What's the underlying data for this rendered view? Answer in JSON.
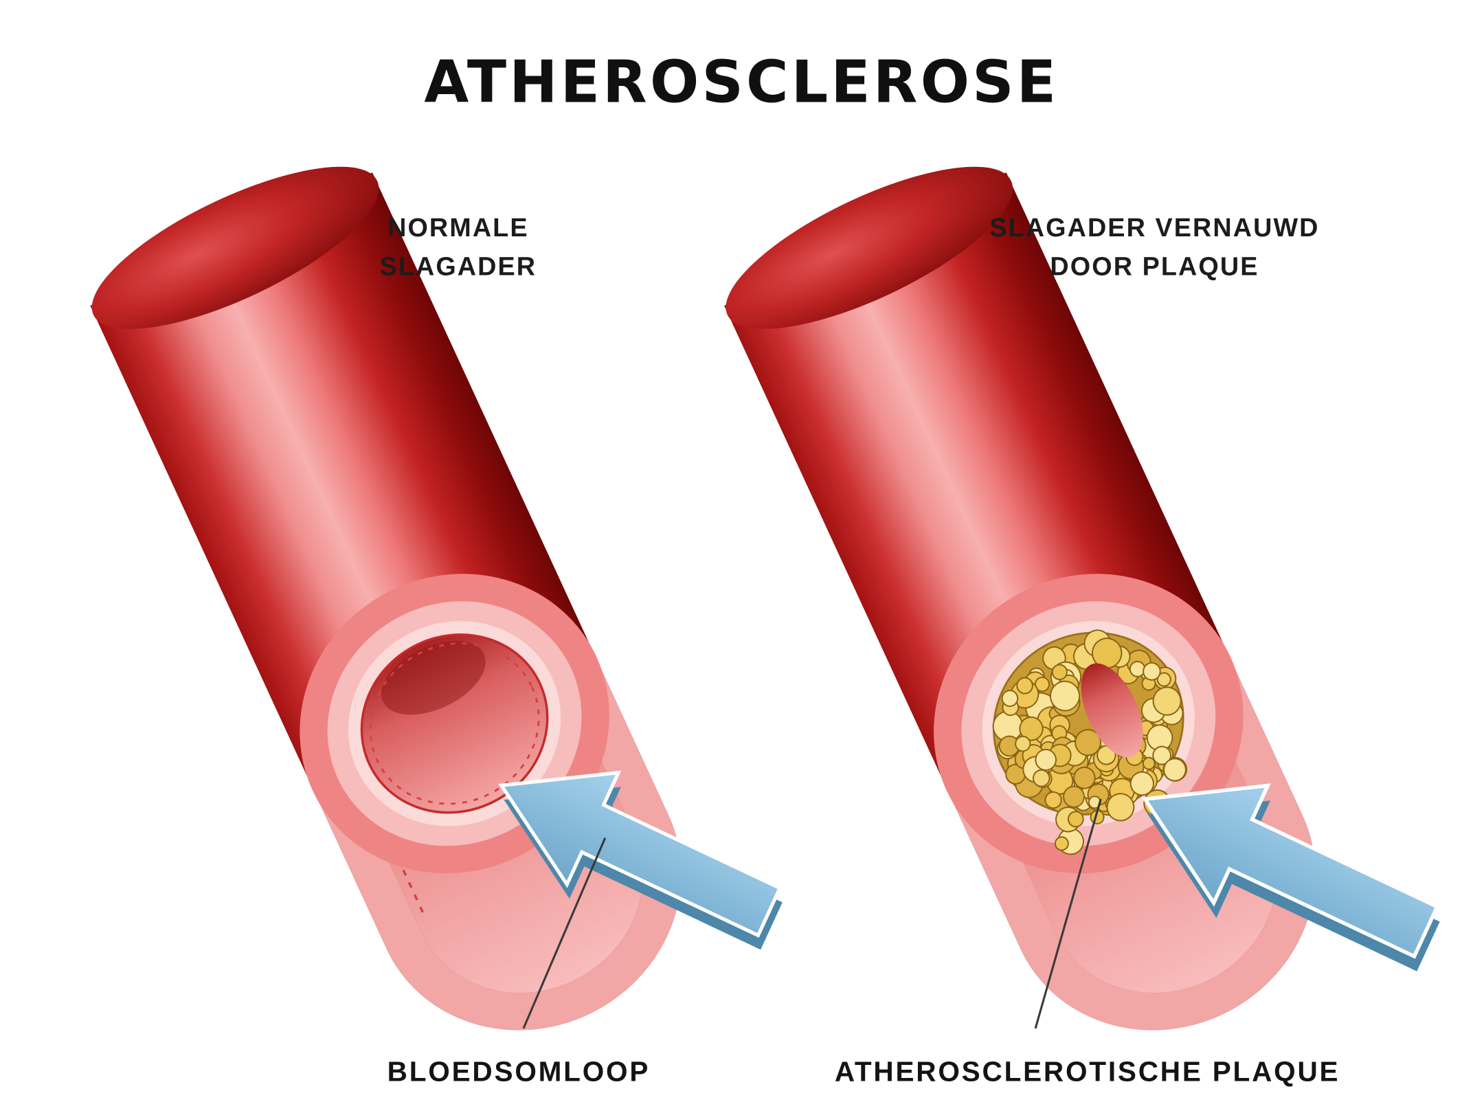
{
  "title": "ATHEROSCLEROSE",
  "panels": {
    "left": {
      "label": [
        "NORMALE",
        "SLAGADER"
      ],
      "caption": "BLOEDSOMLOOP"
    },
    "right": {
      "label": [
        "SLAGADER VERNAUWD",
        "DOOR PLAQUE"
      ],
      "caption": "ATHEROSCLEROTISCHE PLAQUE"
    }
  },
  "icons": {
    "blood_flow_arrow": "thick 3D arrow pointing up-left into artery lumen"
  },
  "colors": {
    "background": "#ffffff",
    "text": "#141414",
    "artery_dark": "#8d0b0b",
    "artery_red": "#c62828",
    "artery_highlight": "#f8b0b0",
    "wall_ring_outer": "#ef8484",
    "wall_ring_media": "#f7bcbc",
    "wall_ring_intima": "#fbdada",
    "lumen_deep": "#a82020",
    "lumen_light": "#f5a6a6",
    "lining_wave": "#c62a2a",
    "plaque_base": "#c89a33",
    "plaque_stroke": "#8a6314",
    "plaque_palette": [
      "#f3d676",
      "#e9c14f",
      "#f8e49a",
      "#ddb043",
      "#efc758"
    ],
    "arrow_light": "#a5d2ec",
    "arrow_dark": "#6fa7cb",
    "arrow_shadow": "#4d87aa",
    "pointer_line": "#3a3a3a"
  }
}
